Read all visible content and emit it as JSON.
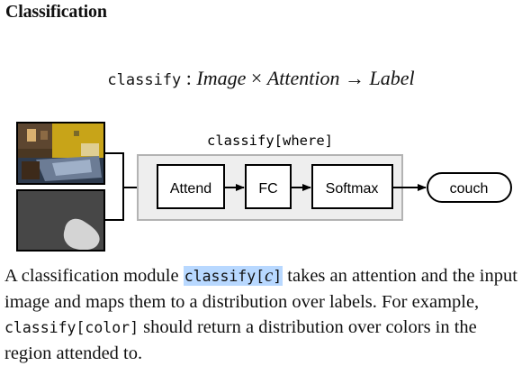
{
  "section": {
    "title": "Classification"
  },
  "signature": {
    "fn": "classify",
    "sep": ":",
    "arg1": "Image",
    "times": "×",
    "arg2": "Attention",
    "arrow": "→",
    "ret": "Label"
  },
  "diagram": {
    "module_label": "classify[where]",
    "steps": [
      "Attend",
      "FC",
      "Softmax"
    ],
    "output": "couch",
    "inputs": [
      "image-photo",
      "attention-map"
    ]
  },
  "caption": {
    "p1": "A classification module ",
    "code1": "classify[",
    "code1_var": "c",
    "code1_end": "]",
    "p2": " takes an attention and the input image and maps them to a distribution over labels. For example, ",
    "code2": "classify[color]",
    "p3": " should return a distribution over colors in the region attended to."
  }
}
